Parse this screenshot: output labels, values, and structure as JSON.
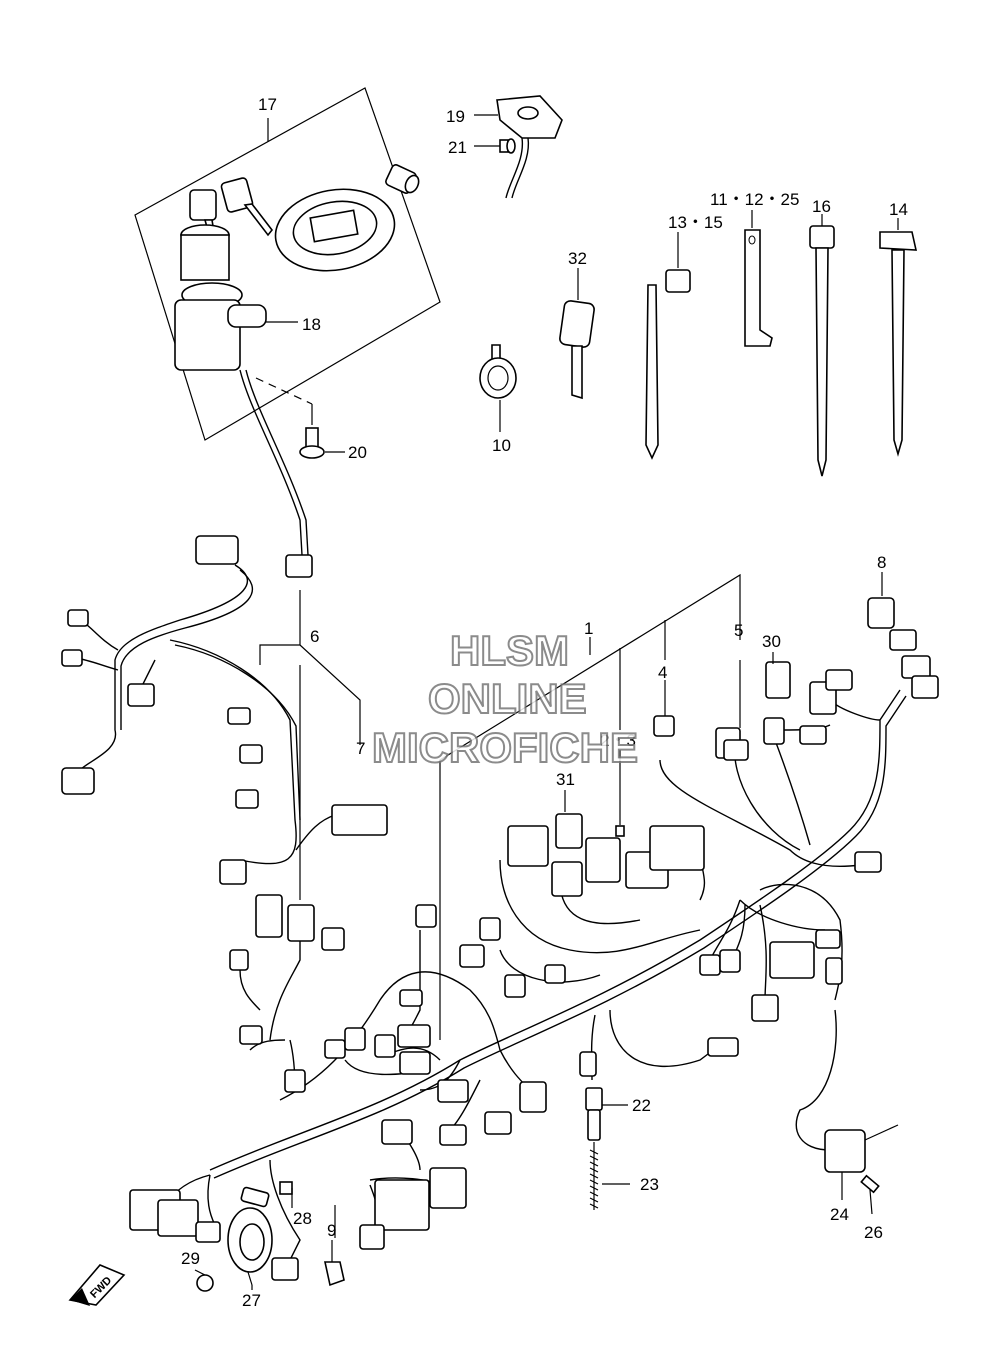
{
  "labels": {
    "p1": "1",
    "p2_3": "2・3",
    "p4": "4",
    "p5": "5",
    "p6": "6",
    "p7": "7",
    "p8": "8",
    "p9": "9",
    "p10": "10",
    "p11_12_25": "11・12・25",
    "p13_15": "13・15",
    "p14": "14",
    "p16": "16",
    "p17": "17",
    "p18": "18",
    "p19": "19",
    "p20": "20",
    "p21": "21",
    "p22": "22",
    "p23": "23",
    "p24": "24",
    "p26": "26",
    "p27": "27",
    "p28": "28",
    "p29": "29",
    "p30": "30",
    "p31": "31",
    "p32": "32"
  },
  "watermark": {
    "line1": "HLSM",
    "line2": "ONLINE",
    "line3": "MICROFICHE"
  },
  "direction_badge": "FWD"
}
